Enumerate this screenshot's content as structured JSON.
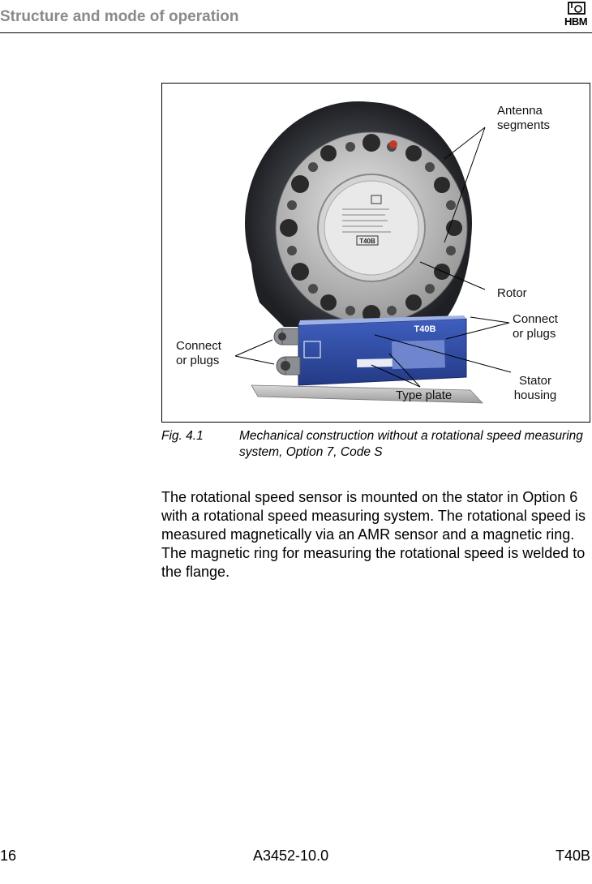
{
  "header": {
    "title": "Structure and mode of operation",
    "logo_text": "HBM"
  },
  "figure": {
    "device_model": "T40B",
    "callouts": {
      "antenna": [
        "Antenna",
        "segments"
      ],
      "rotor": "Rotor",
      "connector_right": [
        "Connect",
        "or plugs"
      ],
      "connector_left": [
        "Connect",
        "or plugs"
      ],
      "stator": [
        "Stator",
        "housing"
      ],
      "type_plate": "Type plate"
    }
  },
  "caption": {
    "number": "Fig. 4.1",
    "text": "Mechanical construction without a rotational speed measuring system, Option 7, Code S"
  },
  "body": {
    "paragraph": "The rotational speed sensor is mounted on the stator in Option 6 with a rotational speed measuring system. The rotational speed is measured magnetically via an AMR sensor and a magnetic ring. The magnetic ring for mea­suring the rotational speed is welded to the flange."
  },
  "footer": {
    "page": "16",
    "doc_id": "A3452-10.0",
    "product": "T40B"
  }
}
